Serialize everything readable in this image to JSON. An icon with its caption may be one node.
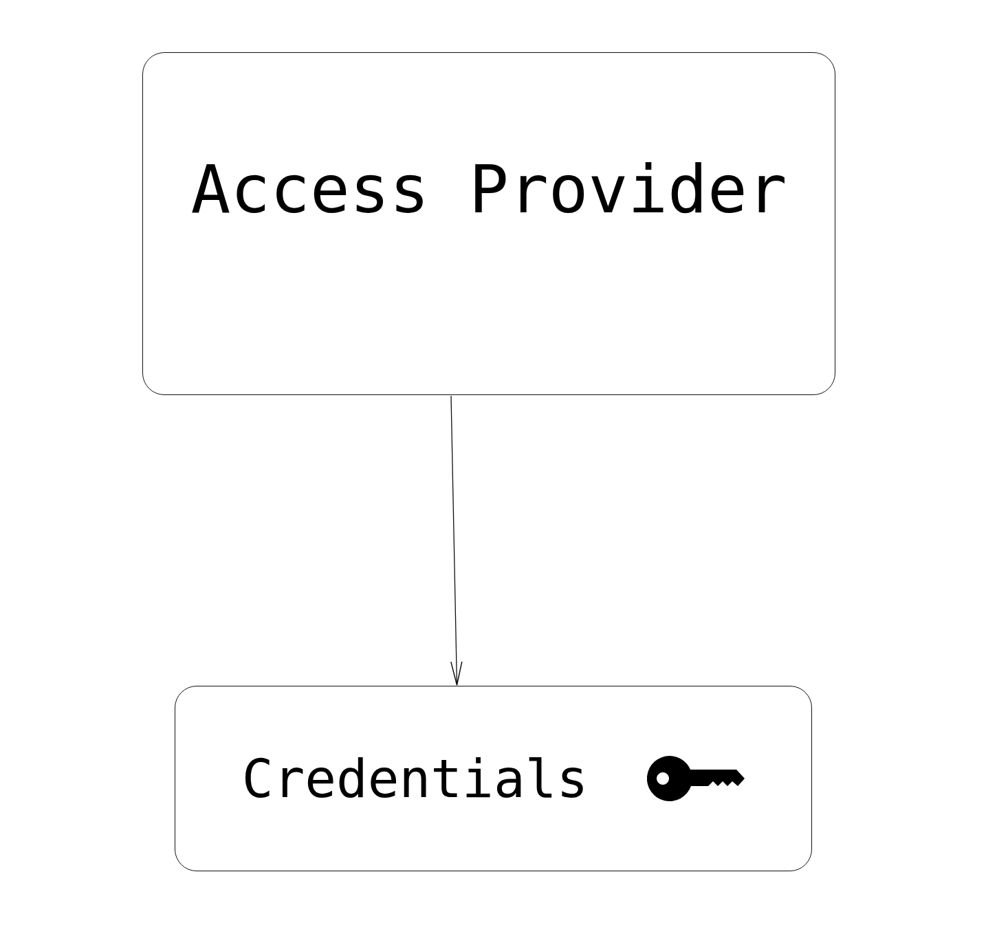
{
  "diagram": {
    "nodes": [
      {
        "text": [
          "Access Provider"
        ]
      },
      {
        "text": [
          "Credentials"
        ]
      }
    ],
    "edges": [
      {
        "from": 0,
        "to": 1,
        "arrow": "to"
      }
    ]
  }
}
